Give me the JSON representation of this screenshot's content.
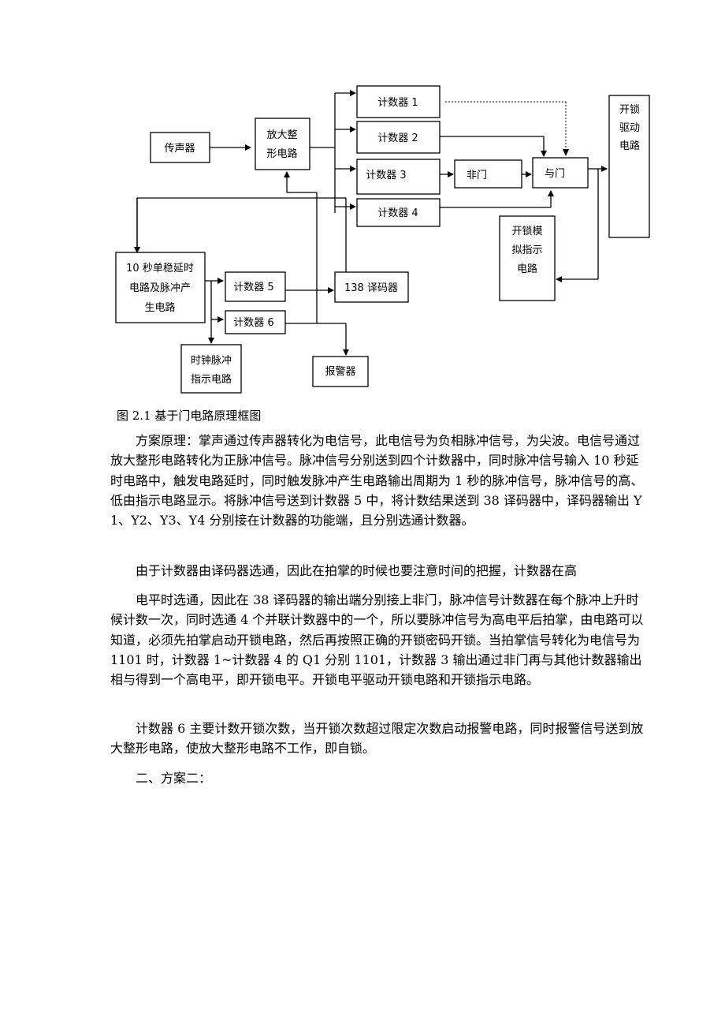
{
  "diagram": {
    "blocks": {
      "microphone": "传声器",
      "amp_line1": "放大整",
      "amp_line2": "形电路",
      "counter1": "计数器 1",
      "counter2": "计数器 2",
      "counter3": "计数器 3",
      "counter4": "计数器 4",
      "not_gate": "非门",
      "and_gate": "与门",
      "unlock_drive_line1": "开锁",
      "unlock_drive_line2": "驱动",
      "unlock_drive_line3": "电路",
      "unlock_sim_line1": "开锁模",
      "unlock_sim_line2": "拟指示",
      "unlock_sim_line3": "电路",
      "delay_line1": "10 秒单稳延时",
      "delay_line2": "电路及脉冲产",
      "delay_line3": "生电路",
      "counter5": "计数器 5",
      "counter6": "计数器 6",
      "decoder": "138 译码器",
      "clock_line1": "时钟脉冲",
      "clock_line2": "指示电路",
      "alarm": "报警器"
    }
  },
  "caption": "图 2.1 基于门电路原理框图",
  "paragraphs": [
    "方案原理：掌声通过传声器转化为电信号，此电信号为负相脉冲信号，为尖波。电信号通过放大整形电路转化为正脉冲信号。脉冲信号分别送到四个计数器中，同时脉冲信号输入 10 秒延时电路中，触发电路延时，同时触发脉冲产生电路输出周期为 1 秒的脉冲信号，脉冲信号的高、低由指示电路显示。将脉冲信号送到计数器 5 中，将计数结果送到 38 译码器中，译码器输出 Y1、Y2、Y3、Y4 分别接在计数器的功能端，且分别选通计数器。",
    "由于计数器由译码器选通，因此在拍掌的时候也要注意时间的把握，计数器在高",
    "电平时选通，因此在 38 译码器的输出端分别接上非门，脉冲信号计数器在每个脉冲上升时候计数一次，同时选通 4 个并联计数器中的一个，所以要脉冲信号为高电平后拍掌，由电路可以知道，必须先拍掌启动开锁电路，然后再按照正确的开锁密码开锁。当拍掌信号转化为电信号为 1101 时，计数器 1~计数器 4 的 Q1 分别 1101，计数器 3 输出通过非门再与其他计数器输出相与得到一个高电平，即开锁电平。开锁电平驱动开锁电路和开锁指示电路。",
    "计数器 6 主要计数开锁次数，当开锁次数超过限定次数启动报警电路，同时报警信号送到放大整形电路，使放大整形电路不工作，即自锁。",
    "二、方案二："
  ]
}
